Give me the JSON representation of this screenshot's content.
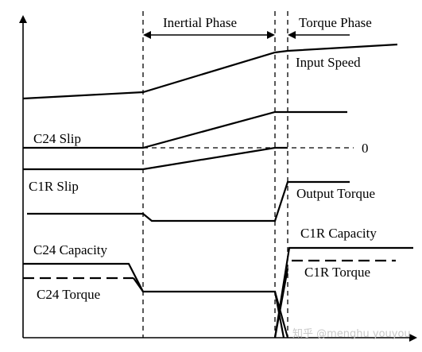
{
  "phases": {
    "inertial": "Inertial Phase",
    "torque": "Torque Phase"
  },
  "labels": {
    "input_speed": "Input Speed",
    "c24_slip": "C24 Slip",
    "zero": "0",
    "c1r_slip": "C1R Slip",
    "output_torque": "Output Torque",
    "c1r_capacity": "C1R Capacity",
    "c1r_torque": "C1R Torque",
    "c24_capacity": "C24 Capacity",
    "c24_torque": "C24 Torque"
  },
  "watermark": "知乎 @menghu youyou",
  "colors": {
    "ink": "#000000",
    "watermark": "#c8c8c8",
    "background": "#ffffff"
  }
}
